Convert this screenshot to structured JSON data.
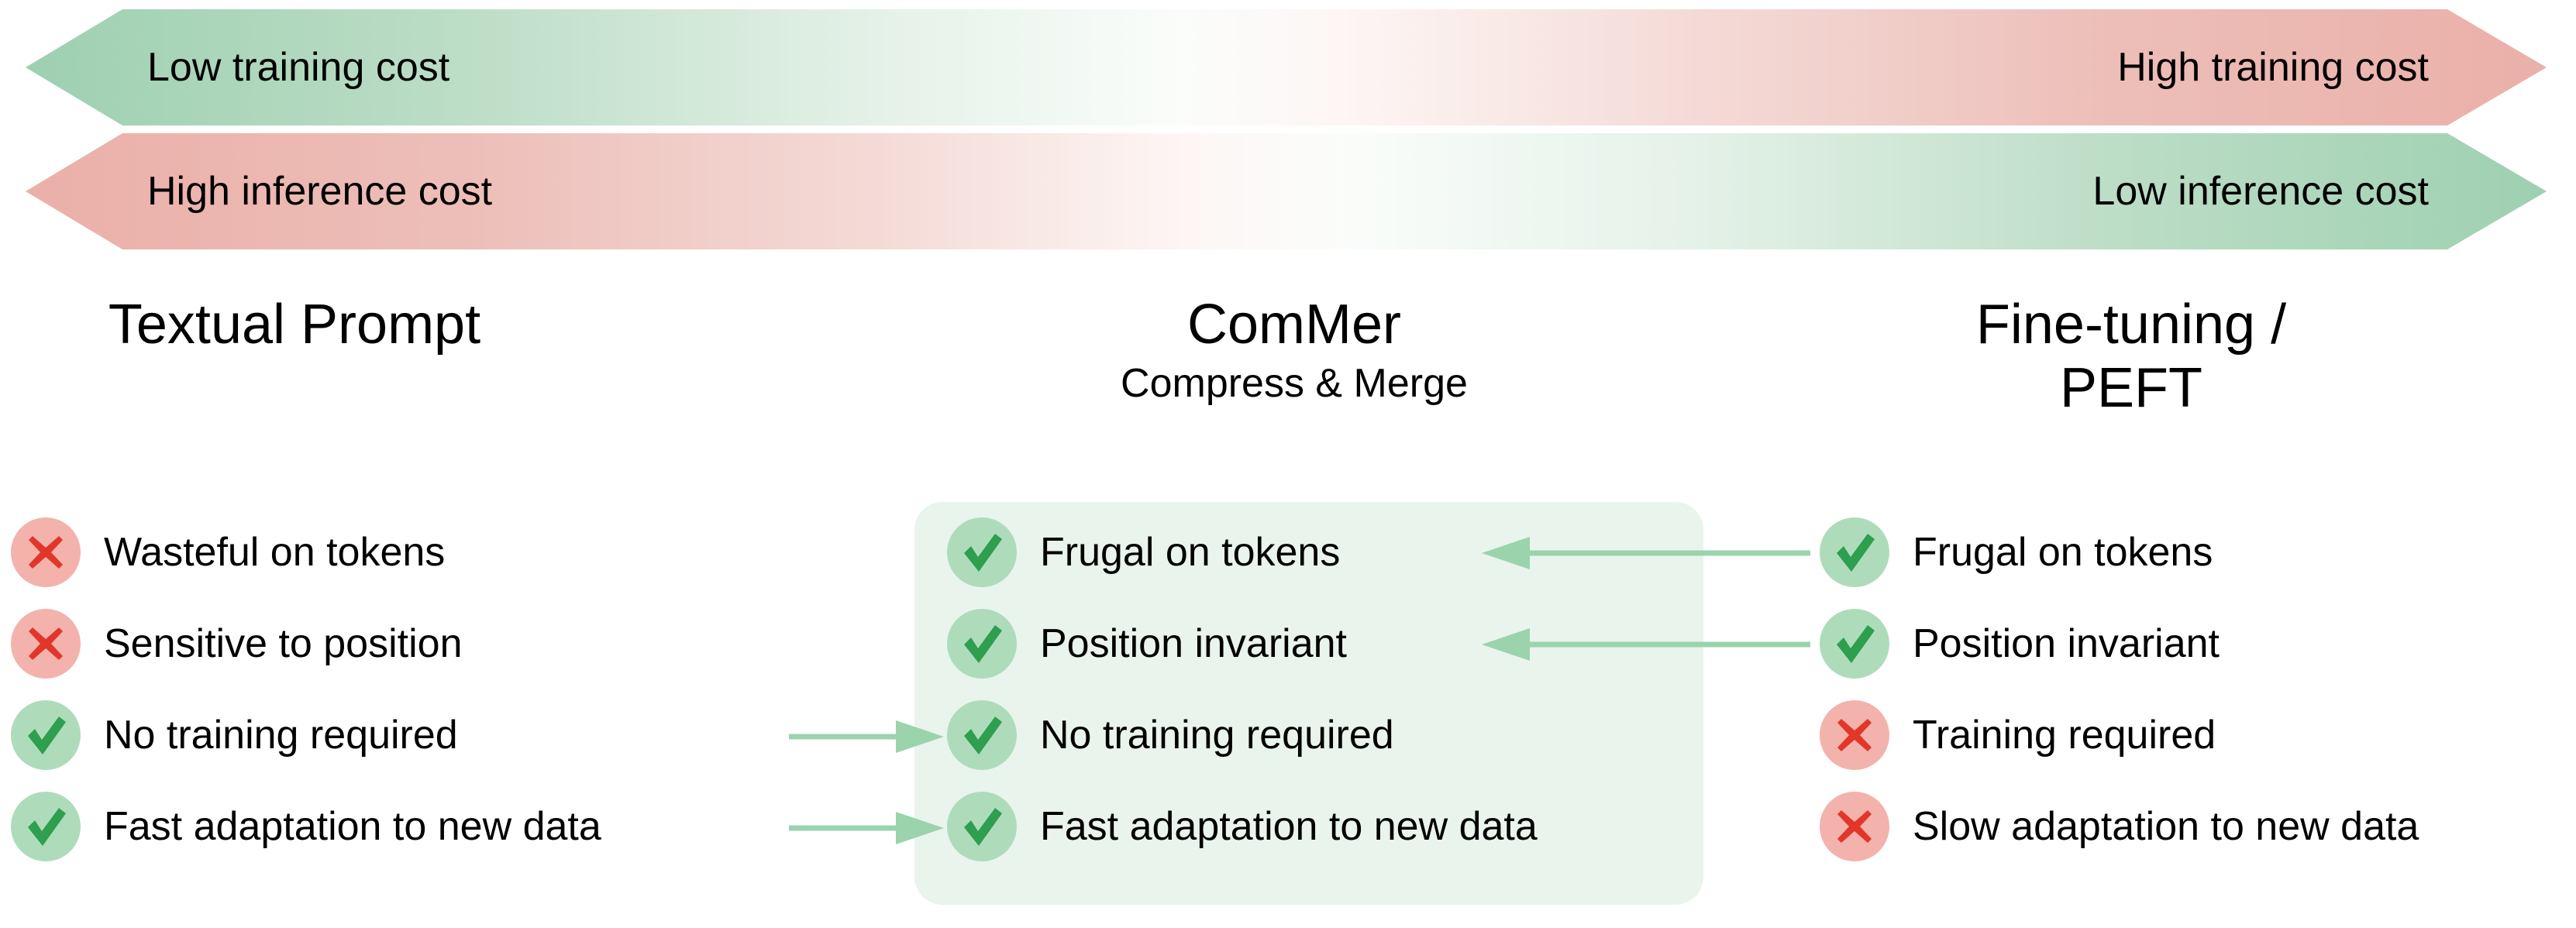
{
  "bands": [
    {
      "id": "band-training",
      "left_label": "Low training cost",
      "right_label": "High training cost",
      "left_color": "#9CCFAF",
      "right_color": "#EAAFA8"
    },
    {
      "id": "band-inference",
      "left_label": "High inference cost",
      "right_label": "Low inference cost",
      "left_color": "#EAAFA8",
      "right_color": "#9CCFAF"
    }
  ],
  "columns": [
    {
      "id": "textual-prompt",
      "title": "Textual Prompt",
      "subtitle": "",
      "items": [
        {
          "status": "bad",
          "label": "Wasteful on tokens"
        },
        {
          "status": "bad",
          "label": "Sensitive to position"
        },
        {
          "status": "ok",
          "label": "No training required"
        },
        {
          "status": "ok",
          "label": "Fast adaptation to new data"
        }
      ]
    },
    {
      "id": "commer",
      "title": "ComMer",
      "subtitle": "Compress & Merge",
      "items": [
        {
          "status": "ok",
          "label": "Frugal on tokens"
        },
        {
          "status": "ok",
          "label": "Position invariant"
        },
        {
          "status": "ok",
          "label": "No training required"
        },
        {
          "status": "ok",
          "label": "Fast adaptation to new data"
        }
      ]
    },
    {
      "id": "fine-tuning-peft",
      "title": "Fine-tuning /\nPEFT",
      "subtitle": "",
      "items": [
        {
          "status": "ok",
          "label": "Frugal on tokens"
        },
        {
          "status": "ok",
          "label": "Position invariant"
        },
        {
          "status": "bad",
          "label": "Training required"
        },
        {
          "status": "bad",
          "label": "Slow adaptation to new data"
        }
      ]
    }
  ],
  "connectors": [
    {
      "id": "peft-to-commer-tokens",
      "direction": "left",
      "from": "fine-tuning-peft",
      "to": "commer"
    },
    {
      "id": "peft-to-commer-position",
      "direction": "left",
      "from": "fine-tuning-peft",
      "to": "commer"
    },
    {
      "id": "prompt-to-commer-training",
      "direction": "right",
      "from": "textual-prompt",
      "to": "commer"
    },
    {
      "id": "prompt-to-commer-adapt",
      "direction": "right",
      "from": "textual-prompt",
      "to": "commer"
    }
  ],
  "theme": {
    "ok_badge_bg": "#AEDCBB",
    "ok_glyph": "#2E9E4F",
    "bad_badge_bg": "#F4B2AC",
    "bad_glyph": "#E2362A",
    "highlight_bg": "#E9F4EC",
    "connector_color": "#9BD3AC",
    "page_bg": "#FFFFFF",
    "text_color": "#000000"
  },
  "icons": {
    "ok": "check-icon",
    "bad": "cross-icon"
  }
}
